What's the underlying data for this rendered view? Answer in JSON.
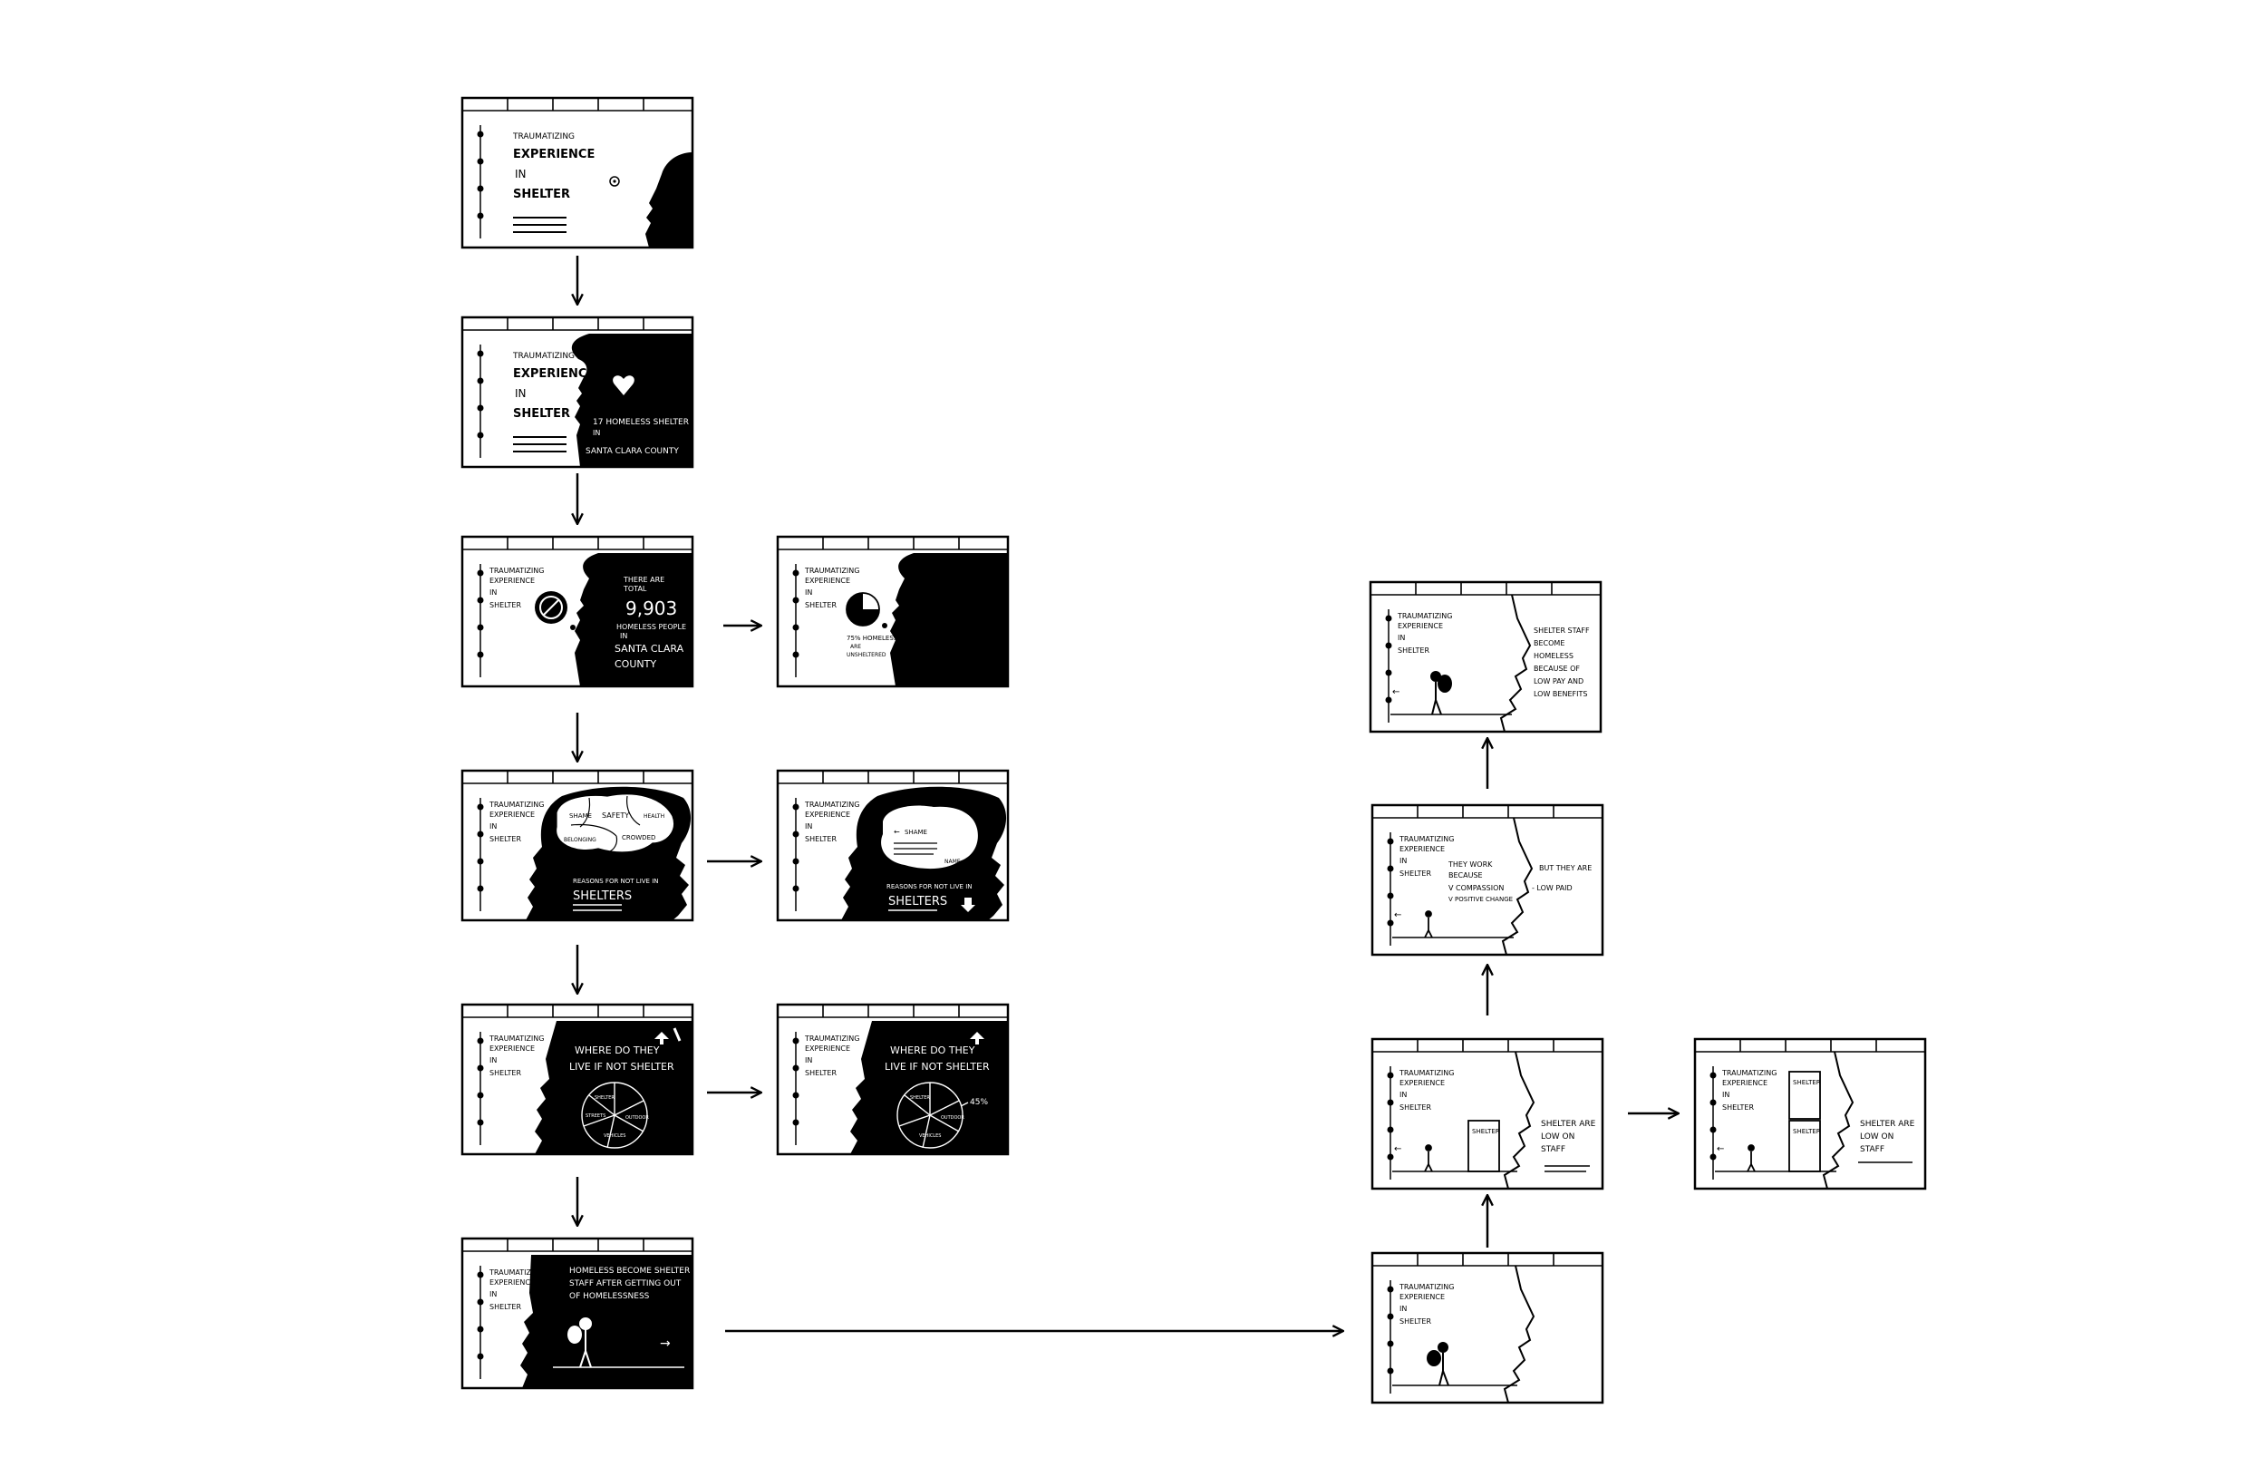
{
  "frames": {
    "f1": {
      "line1": "TRAUMATIZING",
      "line2": "EXPERIENCE",
      "line3": "IN",
      "line4": "SHELTER"
    },
    "f2": {
      "line1": "TRAUMATIZING",
      "line2": "EXPERIENCE",
      "line3": "IN",
      "line4": "SHELTER",
      "stat_line1": "17 HOMELESS SHELTER",
      "stat_line2": "IN",
      "stat_line3": "SANTA CLARA COUNTY"
    },
    "f3": {
      "line1": "TRAUMATIZING",
      "line2": "EXPERIENCE",
      "line3": "IN",
      "line4": "SHELTER",
      "stat1": "THERE ARE",
      "stat2": "TOTAL",
      "stat3": "9,903",
      "stat4": "HOMELESS PEOPLE",
      "stat5": "IN",
      "stat6": "SANTA CLARA",
      "stat7": "COUNTY"
    },
    "f3b": {
      "line1": "TRAUMATIZING",
      "line2": "EXPERIENCE",
      "line3": "IN",
      "line4": "SHELTER",
      "note1": "75% HOMELESS",
      "note2": "ARE",
      "note3": "UNSHELTERED"
    },
    "f4": {
      "line1": "TRAUMATIZING",
      "line2": "EXPERIENCE",
      "line3": "IN",
      "line4": "SHELTER",
      "b1": "SHAME",
      "b2": "SAFETY",
      "b3": "HEALTH",
      "b4": "BELONGING",
      "b5": "CROWDED",
      "reason1": "REASONS FOR NOT LIVE IN",
      "reason2": "SHELTERS"
    },
    "f4b": {
      "line1": "TRAUMATIZING",
      "line2": "EXPERIENCE",
      "line3": "IN",
      "line4": "SHELTER",
      "shame": "SHAME",
      "name": "NAME",
      "reason1": "REASONS FOR NOT LIVE IN",
      "reason2": "SHELTERS"
    },
    "f5": {
      "line1": "TRAUMATIZING",
      "line2": "EXPERIENCE",
      "line3": "IN",
      "line4": "SHELTER",
      "q1": "WHERE DO THEY",
      "q2": "LIVE IF NOT SHELTER",
      "p1": "SHELTER",
      "p2": "OUTDOOR",
      "p3": "VEHICLES",
      "p4": "STREETS"
    },
    "f5b": {
      "line1": "TRAUMATIZING",
      "line2": "EXPERIENCE",
      "line3": "IN",
      "line4": "SHELTER",
      "q1": "WHERE DO THEY",
      "q2": "LIVE IF NOT SHELTER",
      "p1": "SHELTER",
      "p2": "OUTDOOR",
      "p3": "VEHICLES",
      "pct": "45%"
    },
    "f6": {
      "line1": "TRAUMATIZING",
      "line2": "EXPERIENCE",
      "line3": "IN",
      "line4": "SHELTER",
      "h1": "HOMELESS BECOME SHELTER",
      "h2": "STAFF AFTER GETTING OUT",
      "h3": "OF HOMELESSNESS"
    },
    "r1": {
      "line1": "TRAUMATIZING",
      "line2": "EXPERIENCE",
      "line3": "IN",
      "line4": "SHELTER"
    },
    "r2": {
      "line1": "TRAUMATIZING",
      "line2": "EXPERIENCE",
      "line3": "IN",
      "line4": "SHELTER",
      "door": "SHELTER",
      "s1": "SHELTER ARE",
      "s2": "LOW ON",
      "s3": "STAFF"
    },
    "r2b": {
      "line1": "TRAUMATIZING",
      "line2": "EXPERIENCE",
      "line3": "IN",
      "line4": "SHELTER",
      "door1": "SHELTER",
      "door2": "SHELTER",
      "s1": "SHELTER ARE",
      "s2": "LOW ON",
      "s3": "STAFF"
    },
    "r3": {
      "line1": "TRAUMATIZING",
      "line2": "EXPERIENCE",
      "line3": "IN",
      "line4": "SHELTER",
      "w1": "THEY WORK",
      "w2": "BECAUSE",
      "w3": "V COMPASSION",
      "w4": "V POSITIVE CHANGE",
      "b1": "BUT THEY ARE",
      "b2": "- LOW PAID"
    },
    "r4": {
      "line1": "TRAUMATIZING",
      "line2": "EXPERIENCE",
      "line3": "IN",
      "line4": "SHELTER",
      "c1": "SHELTER STAFF",
      "c2": "BECOME",
      "c3": "HOMELESS",
      "c4": "BECAUSE OF",
      "c5": "LOW PAY AND",
      "c6": "LOW BENEFITS"
    }
  }
}
